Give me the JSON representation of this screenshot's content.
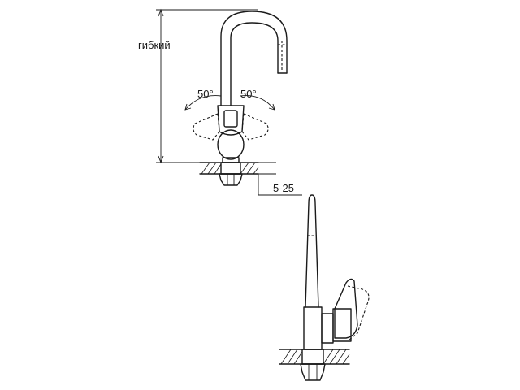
{
  "labels": {
    "flexible": "гибкий",
    "angle_left": "50°",
    "angle_right": "50°",
    "thickness": "5-25"
  }
}
